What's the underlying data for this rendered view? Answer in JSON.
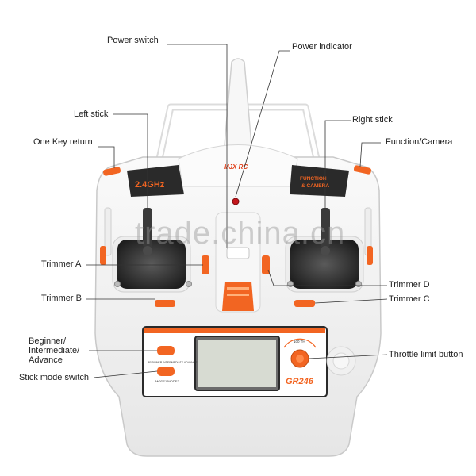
{
  "labels": {
    "power_switch": "Power switch",
    "power_indicator": "Power indicator",
    "left_stick": "Left stick",
    "right_stick": "Right stick",
    "one_key_return": "One Key return",
    "function_camera": "Function/Camera",
    "trimmer_a": "Trimmer A",
    "trimmer_b": "Trimmer B",
    "trimmer_c": "Trimmer C",
    "trimmer_d": "Trimmer D",
    "mode_level": "Beginner/ Intermediate/ Advance",
    "stick_mode_switch": "Stick mode switch",
    "throttle_limit_button": "Throttle limit button"
  },
  "device": {
    "band_label": "2.4GHz",
    "function_label_line1": "FUNCTION",
    "function_label_line2": "& CAMERA",
    "brand": "MJX RC",
    "model": "GR246",
    "mode_button_caption": "BEGINNER INTERMEDIATE ADVANCE",
    "stick_mode_caption": "MODE1/MODE2",
    "throttle_caption": "100 TH"
  },
  "watermark": "trade.china.cn",
  "colors": {
    "body": "#f4f4f4",
    "body_edge": "#c9c9c9",
    "accent_orange": "#f26522",
    "panel_dark": "#2a2a2a",
    "stick_dark": "#3a3a3a",
    "leader_line": "#333333"
  }
}
